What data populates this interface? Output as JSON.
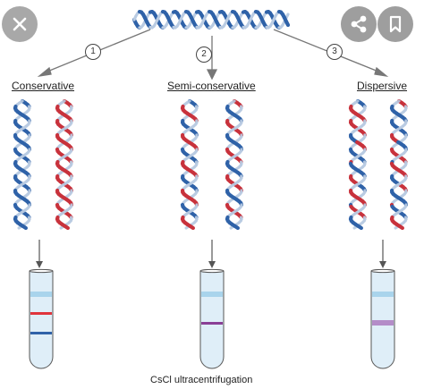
{
  "ui": {
    "close_icon": "close-icon",
    "share_icon": "share-icon",
    "bookmark_icon": "bookmark-icon"
  },
  "diagram": {
    "steps": [
      "1",
      "2",
      "3"
    ],
    "models": [
      {
        "key": "conservative",
        "label": "Conservative"
      },
      {
        "key": "semi",
        "label": "Semi-conservative"
      },
      {
        "key": "dispersive",
        "label": "Dispersive"
      }
    ],
    "caption": "CsCl ultracentrifugation",
    "colors": {
      "parental_blue": "#2f62a8",
      "new_red": "#c8323c",
      "light_strand": "#b9cbe2",
      "band_red": "#e0343c",
      "band_blue": "#2f62a8",
      "band_purple": "#8a3f96",
      "band_lavender": "#b48cc8",
      "tube_liquid": "#dfeef8",
      "tube_top": "#a9d4ec"
    }
  }
}
